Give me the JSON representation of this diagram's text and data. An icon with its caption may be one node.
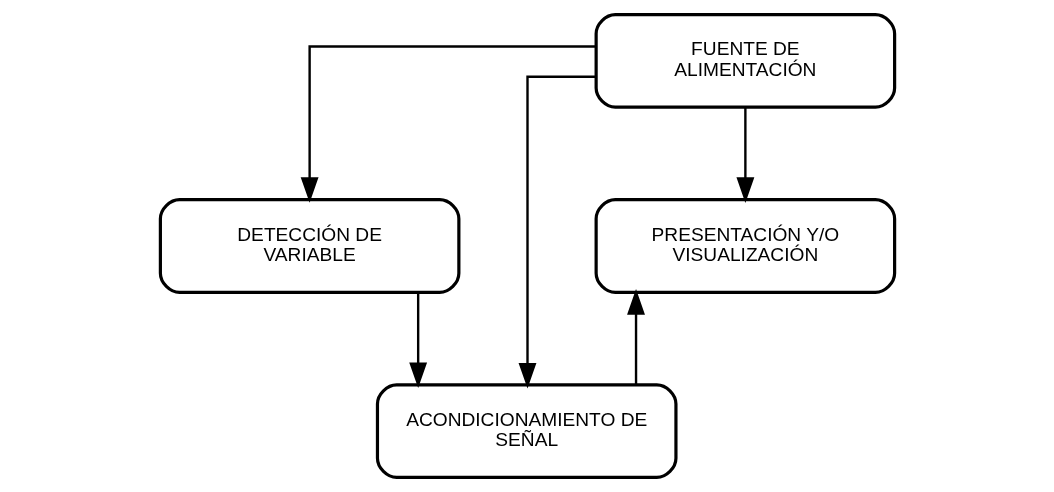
{
  "diagram": {
    "nodes": [
      {
        "text": [
          "FUENTE DE ALIMENTACIÓN"
        ]
      },
      {
        "text": [
          "DETECCIÓN DE VARIABLE"
        ]
      },
      {
        "text": [
          "PRESENTACIÓN Y/O VISUALIZACIÓN"
        ]
      },
      {
        "text": [
          "ACONDICIONAMIENTO DE SEÑAL"
        ]
      }
    ],
    "edges": [
      {
        "from": 0,
        "to": 1,
        "arrow": "to"
      },
      {
        "from": 0,
        "to": 3,
        "arrow": "to"
      },
      {
        "from": 0,
        "to": 2,
        "arrow": "to"
      },
      {
        "from": 1,
        "to": 3,
        "arrow": "to"
      },
      {
        "from": 3,
        "to": 2,
        "arrow": "to"
      }
    ]
  }
}
